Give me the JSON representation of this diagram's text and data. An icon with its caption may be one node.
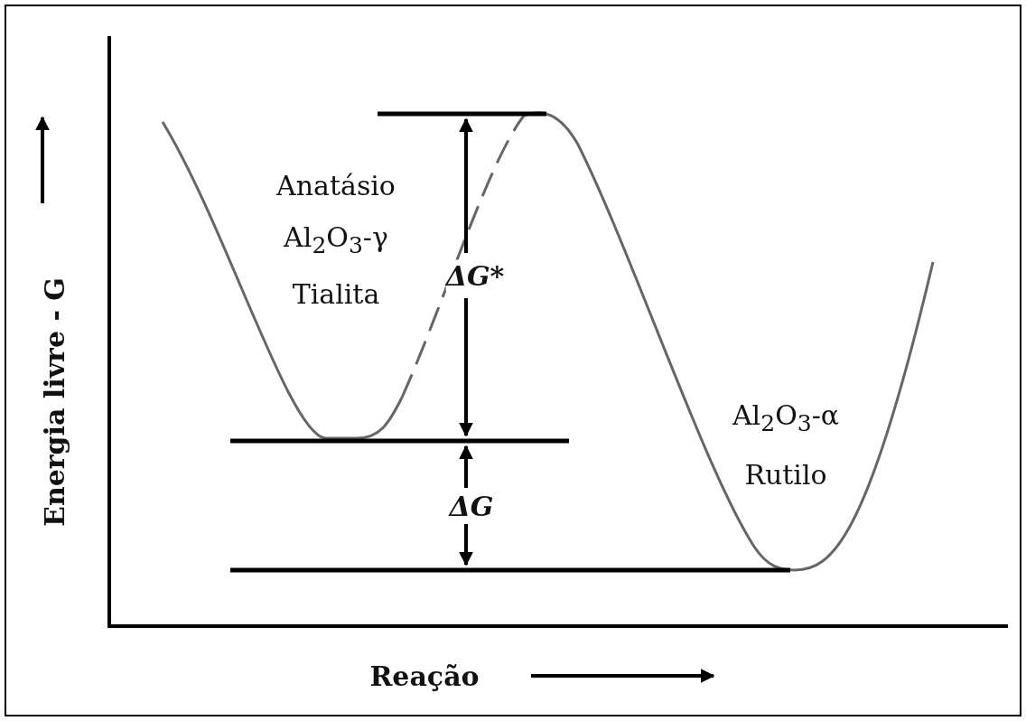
{
  "diagram": {
    "labels": [
      "Energia livre - G",
      "Reação",
      "Anatásio",
      "Al$_{2}$O$_{3}$-γ",
      "Tialita",
      "ΔG*",
      "ΔG",
      "Al$_{2}$O$_{3}$-α",
      "Rutilo"
    ]
  }
}
